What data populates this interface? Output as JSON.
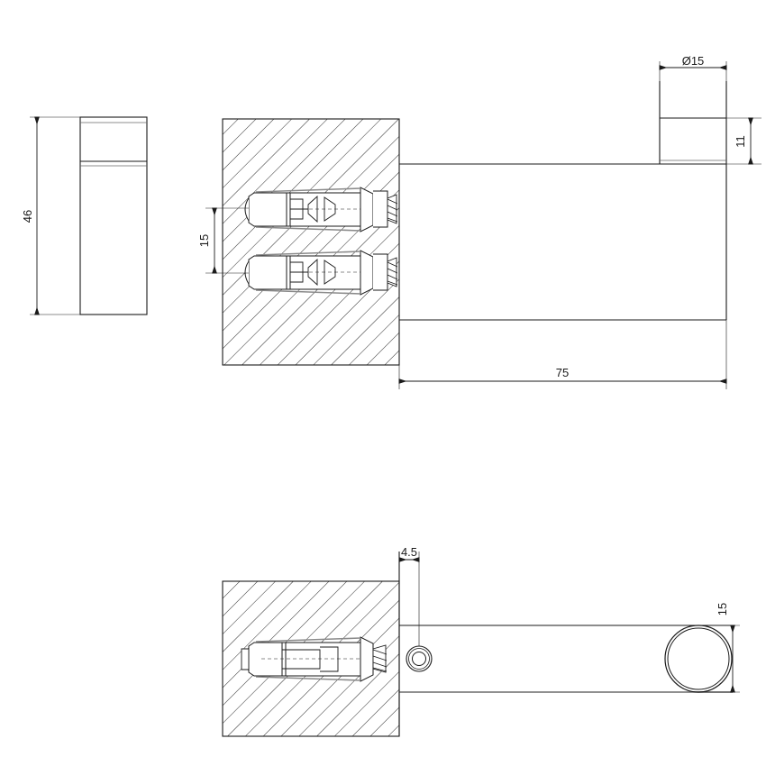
{
  "drawing": {
    "title": "Wall-mounted cylindrical bar / towel hook technical drawing",
    "units": "mm",
    "line_color": "#1a1a1a",
    "hatch_color": "#2b2b2b",
    "accent_color": "#808080",
    "background": "#ffffff"
  },
  "views": {
    "side_view": {
      "name": "left-side-elevation",
      "label": ""
    },
    "front_section_view": {
      "name": "front-section-elevation",
      "label": ""
    },
    "plan_section_view": {
      "name": "plan-section-view",
      "label": ""
    }
  },
  "dimensions": {
    "height_46": {
      "value": "46",
      "orientation": "vertical",
      "view": "side_view"
    },
    "anchor_spacing_15": {
      "value": "15",
      "orientation": "vertical",
      "view": "front_section_view"
    },
    "length_75": {
      "value": "75",
      "orientation": "horizontal",
      "view": "front_section_view"
    },
    "diameter_15": {
      "value": "Ø15",
      "orientation": "horizontal",
      "view": "front_section_view"
    },
    "cap_height_11": {
      "value": "11",
      "orientation": "vertical",
      "view": "front_section_view"
    },
    "screw_offset_45": {
      "value": "4.5",
      "orientation": "horizontal",
      "view": "plan_section_view"
    },
    "bar_width_15": {
      "value": "15",
      "orientation": "vertical",
      "view": "plan_section_view"
    }
  },
  "components": {
    "wall_block_upper": {
      "name": "hatched-wall-section-upper"
    },
    "wall_block_lower": {
      "name": "hatched-wall-section-lower"
    },
    "anchor_upper": {
      "name": "wall-anchor-upper"
    },
    "anchor_lower": {
      "name": "wall-anchor-lower"
    },
    "anchor_plan": {
      "name": "wall-anchor-plan"
    },
    "bar_body": {
      "name": "cylindrical-bar-body"
    },
    "end_cap": {
      "name": "end-cap"
    },
    "grub_screw": {
      "name": "grub-screw"
    },
    "end_circle": {
      "name": "bar-end-circle"
    }
  }
}
